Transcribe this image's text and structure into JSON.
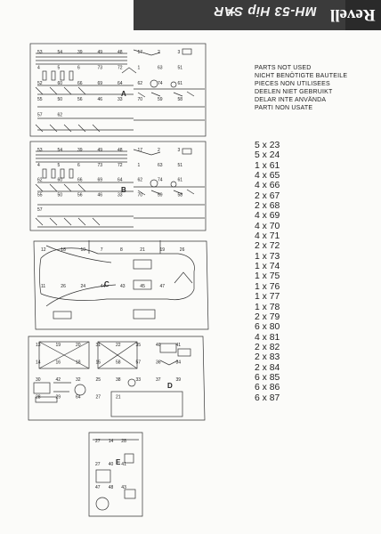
{
  "header": {
    "title": "MH-53 Hip SAR",
    "brand": "Revell",
    "plus": "+"
  },
  "parts_not_used": {
    "headings": [
      "PARTS NOT USED",
      "NICHT BENÖTIGTE BAUTEILE",
      "PIECES NON UTILISEES",
      "DEELEN NIET GEBRUIKT",
      "DELAR INTE ANVÄNDA",
      "PARTI NON USATE"
    ],
    "entries": [
      "5 x 23",
      "5 x 24",
      "1 x 61",
      "4 x 65",
      "4 x 66",
      "2 x 67",
      "2 x 68",
      "4 x 69",
      "4 x 70",
      "4 x 71",
      "2 x 72",
      "1 x 73",
      "1 x 74",
      "1 x 75",
      "1 x 76",
      "1 x 77",
      "1 x 78",
      "2 x 79",
      "6 x 80",
      "4 x 81",
      "2 x 82",
      "2 x 83",
      "2 x 84",
      "6 x 85",
      "6 x 86",
      "6 x 87"
    ]
  },
  "sprues": {
    "A": {
      "letter": "A",
      "labels": [
        "53",
        "54",
        "39",
        "49",
        "48",
        "17",
        "2",
        "3",
        "4",
        "5",
        "6",
        "73",
        "72",
        "1",
        "63",
        "51",
        "52",
        "60",
        "66",
        "69",
        "64",
        "62",
        "74",
        "61",
        "55",
        "50",
        "56",
        "46",
        "33",
        "70",
        "59",
        "58",
        "57",
        "62"
      ]
    },
    "B": {
      "letter": "B",
      "labels": [
        "53",
        "54",
        "39",
        "49",
        "48",
        "17",
        "2",
        "3",
        "4",
        "5",
        "6",
        "73",
        "72",
        "1",
        "63",
        "51",
        "62",
        "60",
        "66",
        "69",
        "64",
        "62",
        "74",
        "61",
        "55",
        "50",
        "56",
        "46",
        "33",
        "70",
        "59",
        "58",
        "57"
      ]
    },
    "C": {
      "letter": "C",
      "labels": [
        "12",
        "18",
        "10",
        "7",
        "8",
        "21",
        "19",
        "26",
        "11",
        "26",
        "24",
        "44",
        "43",
        "45",
        "47"
      ]
    },
    "D": {
      "letter": "D",
      "labels": [
        "13",
        "19",
        "20",
        "31",
        "22",
        "35",
        "40",
        "41",
        "14",
        "16",
        "18",
        "15",
        "58",
        "57",
        "36",
        "34",
        "30",
        "42",
        "32",
        "25",
        "38",
        "33",
        "37",
        "39",
        "28",
        "29",
        "64",
        "27",
        "21"
      ]
    },
    "E": {
      "letter": "E",
      "labels": [
        "27",
        "14",
        "28",
        "27",
        "40",
        "41",
        "47",
        "48",
        "43"
      ]
    }
  }
}
